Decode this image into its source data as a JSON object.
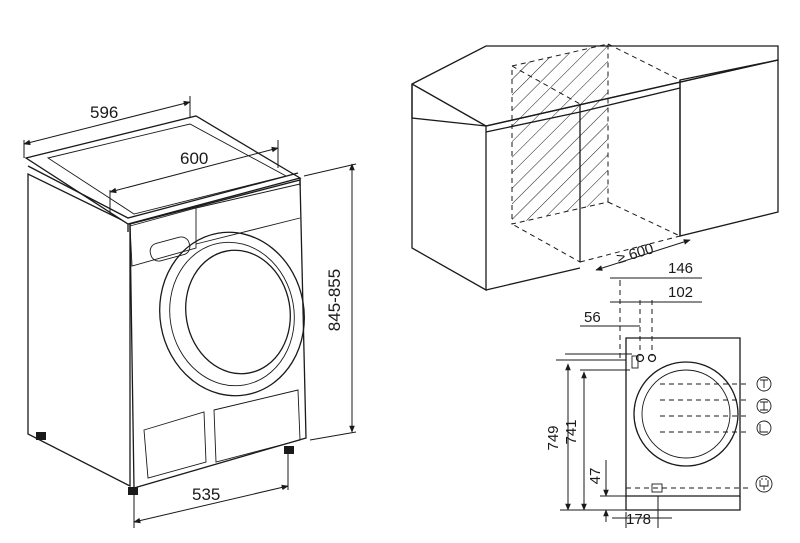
{
  "dimensions": {
    "appliance_width": "596",
    "top_depth": "600",
    "height_range": "845-855",
    "foot_depth": "535",
    "niche_min_depth": "≥ 600",
    "rear_offset_146": "146",
    "rear_offset_102": "102",
    "rear_offset_56": "56",
    "height_749": "749",
    "height_741": "741",
    "height_47": "47",
    "bottom_offset_178": "178"
  },
  "icons": [
    "cold-water-tap-icon",
    "hot-water-tap-icon",
    "drain-icon",
    "power-plug-icon"
  ]
}
